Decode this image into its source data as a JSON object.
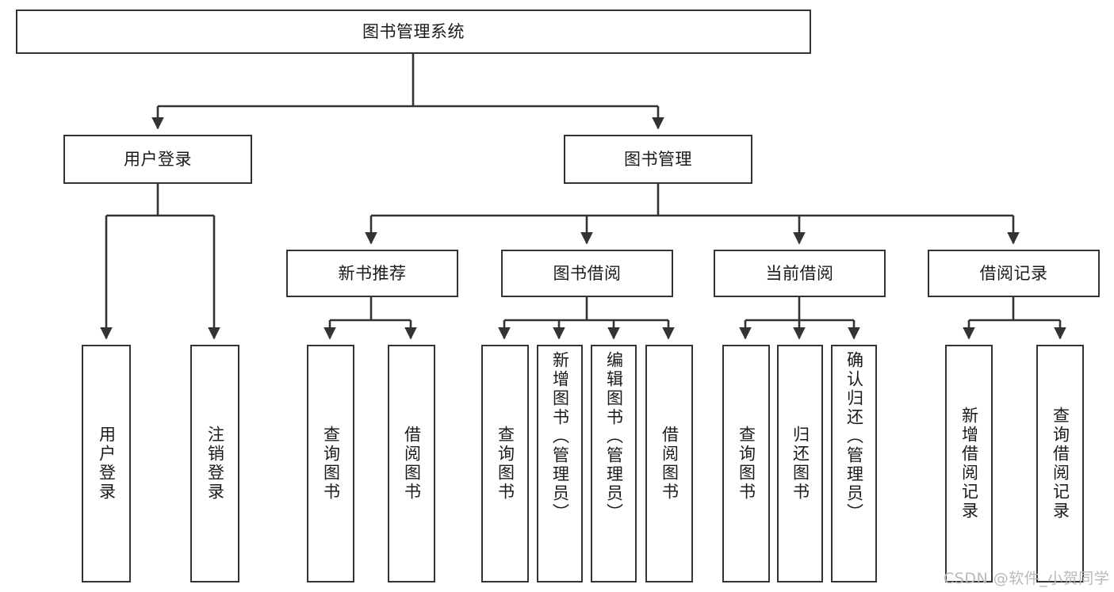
{
  "diagram": {
    "type": "tree-hierarchy",
    "title": "图书管理系统",
    "root": {
      "label": "图书管理系统"
    },
    "level2": [
      {
        "label": "用户登录"
      },
      {
        "label": "图书管理"
      }
    ],
    "level3": [
      {
        "label": "新书推荐"
      },
      {
        "label": "图书借阅"
      },
      {
        "label": "当前借阅"
      },
      {
        "label": "借阅记录"
      }
    ],
    "leaves": {
      "user_login": [
        {
          "label": "用户登录"
        },
        {
          "label": "注销登录"
        }
      ],
      "new_book_recommend": [
        {
          "label": "查询图书"
        },
        {
          "label": "借阅图书"
        }
      ],
      "book_borrow": [
        {
          "label": "查询图书"
        },
        {
          "label": "新增图书（管理员）"
        },
        {
          "label": "编辑图书（管理员）"
        },
        {
          "label": "借阅图书"
        }
      ],
      "current_borrow": [
        {
          "label": "查询图书"
        },
        {
          "label": "归还图书"
        },
        {
          "label": "确认归还（管理员）"
        }
      ],
      "borrow_record": [
        {
          "label": "新增借阅记录"
        },
        {
          "label": "查询借阅记录"
        }
      ]
    }
  },
  "watermark": {
    "text": "CSDN @软件_小贺同学"
  },
  "colors": {
    "stroke": "#333333",
    "box_fill": "#ffffff",
    "text": "#1a1a1a",
    "watermark": "#b9b9b9",
    "background": "#ffffff"
  }
}
